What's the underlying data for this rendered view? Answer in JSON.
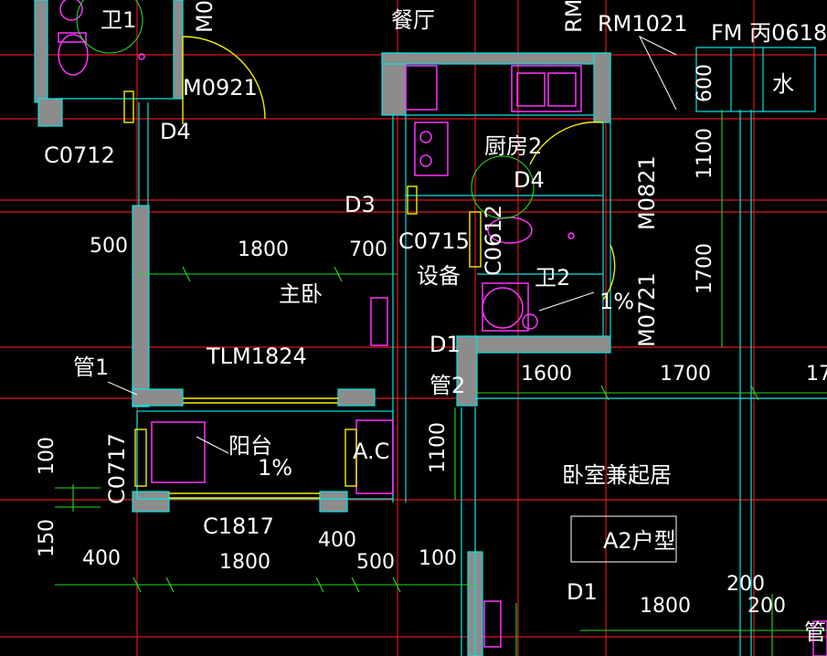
{
  "drawing": {
    "colors": {
      "background": "#000000",
      "axis": "#e0161b",
      "wall": "#8c8c8c",
      "wall_outline": "#00e5e5",
      "dimension": "#22dd22",
      "fixture": "#ff33ff",
      "door_window": "#f0f000",
      "text": "#ffffff"
    },
    "room_labels": {
      "dining": "餐厅",
      "kitchen": "厨房2",
      "master_bedroom": "主卧",
      "equipment": "设备",
      "balcony": "阳台",
      "bedroom_living": "卧室兼起居",
      "unit_type": "A2户型",
      "water": "水"
    },
    "tags": {
      "toilet_top": "卫1",
      "toilet_mid": "卫2",
      "d4_left": "D4",
      "d4_kitchen": "D4",
      "d3": "D3",
      "d1_mid": "D1",
      "d1_bottom": "D1",
      "pipe1": "管1",
      "pipe2": "管2",
      "pipe_bottom": "管",
      "ac": "A.C",
      "fm": "FM 丙0618"
    },
    "codes": {
      "m0921": "M0921",
      "c0712": "C0712",
      "c0715": "C0715",
      "c0612": "C0612",
      "tlm1824": "TLM1824",
      "c0717": "C0717",
      "c1817": "C1817",
      "m0821": "M0821",
      "m0721": "M0721",
      "rm1021": "RM1021",
      "rm_v": "RM",
      "m0_v": "M0"
    },
    "slopes": {
      "balcony": "1%",
      "toilet": "1%"
    },
    "dimensions": {
      "d500_left": "500",
      "d1800_room": "1800",
      "d700": "700",
      "d1600": "1600",
      "d1700_h": "1700",
      "d17_edge": "17",
      "d1100_mid": "1100",
      "d1100_right": "1100",
      "d1700_v": "1700",
      "d600": "600",
      "d100_left": "100",
      "d150": "150",
      "d400_a": "400",
      "d1800_bottom": "1800",
      "d400_b": "400",
      "d500_bottom": "500",
      "d100_bottom": "100",
      "d200_a": "200",
      "d200_b": "200",
      "d1800_right": "1800"
    }
  }
}
